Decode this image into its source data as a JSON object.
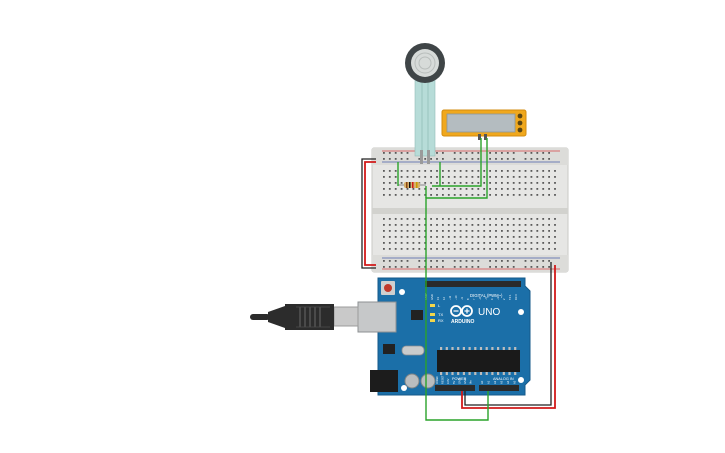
{
  "board": {
    "pin_digital_label": "DIGITAL (PWM~)",
    "brand_label": "ARDUINO",
    "model_label": "UNO",
    "power_label": "POWER",
    "analog_label": "ANALOG IN",
    "digital_pins": [
      "AREF",
      "GND",
      "13",
      "12",
      "~11",
      "~10",
      "~9",
      "8",
      "7",
      "~6",
      "~5",
      "4",
      "~3",
      "2",
      "TX 1",
      "RX 0"
    ],
    "power_pins": [
      "IOREF",
      "RESET",
      "3.3V",
      "5V",
      "GND",
      "GND",
      "Vin"
    ],
    "analog_pins": [
      "A0",
      "A1",
      "A2",
      "A3",
      "A4",
      "A5"
    ],
    "led_labels": [
      "L",
      "TX",
      "RX"
    ]
  },
  "colors": {
    "board": "#1b6fa8",
    "breadboard": "#e6e6e4",
    "wire_green": "#2aa32a",
    "wire_red": "#d11a1a",
    "wire_black": "#222222",
    "lcd_frame": "#f0a81d",
    "sensor": "#3f4547",
    "sensor_tail": "#b7dcd8"
  },
  "icons": [
    "force-sensor-icon",
    "usb-cable-icon",
    "resistor-icon",
    "arduino-logo-icon",
    "lcd-module-icon"
  ]
}
